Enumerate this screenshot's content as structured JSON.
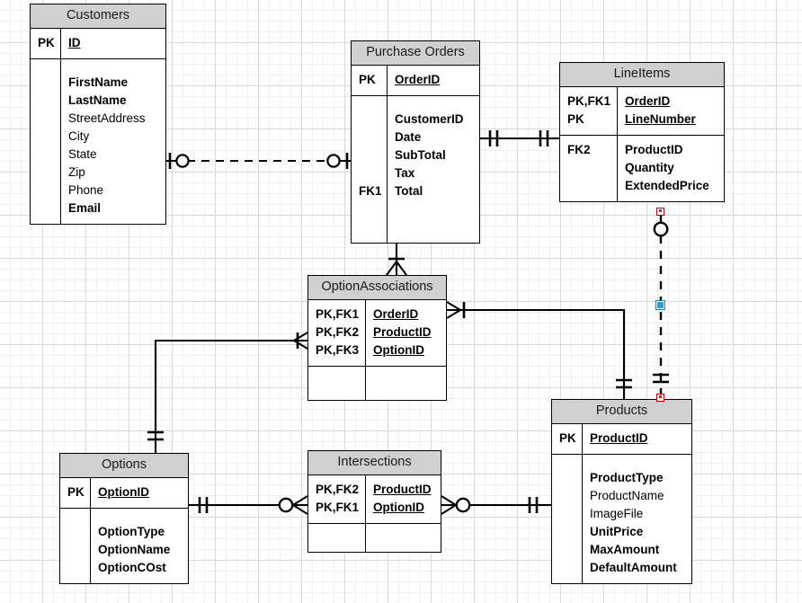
{
  "diagram": {
    "type": "entity-relationship-diagram",
    "notation": "crows-foot",
    "colors": {
      "header_fill": "#d0d0d0",
      "entity_border": "#000000",
      "canvas": "#ffffff",
      "grid_minor": "#efefef",
      "grid_major": "#d8d8d8",
      "selection_endpoint": "#c00000",
      "selection_midpoint": "#2a9fd6"
    }
  },
  "entities": [
    {
      "id": "customers",
      "title": "Customers",
      "key_section": {
        "keys": "PK",
        "attrs": [
          {
            "name": "ID",
            "style": "pk"
          }
        ]
      },
      "body_section": {
        "keys": "",
        "attrs": [
          {
            "name": "FirstName",
            "style": "required"
          },
          {
            "name": "LastName",
            "style": "required"
          },
          {
            "name": "StreetAddress",
            "style": "optional"
          },
          {
            "name": "City",
            "style": "optional"
          },
          {
            "name": "State",
            "style": "optional"
          },
          {
            "name": "Zip",
            "style": "optional"
          },
          {
            "name": "Phone",
            "style": "optional"
          },
          {
            "name": "Email",
            "style": "required"
          }
        ]
      }
    },
    {
      "id": "purchase-orders",
      "title": "Purchase Orders",
      "key_section": {
        "keys": "PK",
        "attrs": [
          {
            "name": "OrderID",
            "style": "pk"
          }
        ]
      },
      "body_section": {
        "keys": "FK1",
        "attrs": [
          {
            "name": "CustomerID",
            "style": "required"
          },
          {
            "name": "Date",
            "style": "required"
          },
          {
            "name": "SubTotal",
            "style": "required"
          },
          {
            "name": "Tax",
            "style": "required"
          },
          {
            "name": "Total",
            "style": "required"
          }
        ]
      }
    },
    {
      "id": "lineitems",
      "title": "LineItems",
      "key_section": {
        "keys": "PK,FK1\nPK",
        "attrs": [
          {
            "name": "OrderID",
            "style": "pk"
          },
          {
            "name": "LineNumber",
            "style": "pk"
          }
        ]
      },
      "body_section": {
        "keys": "FK2",
        "attrs": [
          {
            "name": "ProductID",
            "style": "required"
          },
          {
            "name": "Quantity",
            "style": "required"
          },
          {
            "name": "ExtendedPrice",
            "style": "required"
          }
        ]
      }
    },
    {
      "id": "optionassociations",
      "title": "OptionAssociations",
      "key_section": {
        "keys": "PK,FK1\nPK,FK2\nPK,FK3",
        "attrs": [
          {
            "name": "OrderID",
            "style": "pk"
          },
          {
            "name": "ProductID",
            "style": "pk"
          },
          {
            "name": "OptionID",
            "style": "pk"
          }
        ]
      },
      "body_section": {
        "keys": "",
        "attrs": []
      }
    },
    {
      "id": "options",
      "title": "Options",
      "key_section": {
        "keys": "PK",
        "attrs": [
          {
            "name": "OptionID",
            "style": "pk"
          }
        ]
      },
      "body_section": {
        "keys": "",
        "attrs": [
          {
            "name": "OptionType",
            "style": "required"
          },
          {
            "name": "OptionName",
            "style": "required"
          },
          {
            "name": "OptionCOst",
            "style": "required"
          }
        ]
      }
    },
    {
      "id": "intersections",
      "title": "Intersections",
      "key_section": {
        "keys": "PK,FK2\nPK,FK1",
        "attrs": [
          {
            "name": "ProductID",
            "style": "pk"
          },
          {
            "name": "OptionID",
            "style": "pk"
          }
        ]
      },
      "body_section": {
        "keys": "",
        "attrs": []
      }
    },
    {
      "id": "products",
      "title": "Products",
      "key_section": {
        "keys": "PK",
        "attrs": [
          {
            "name": "ProductID",
            "style": "pk"
          }
        ]
      },
      "body_section": {
        "keys": "",
        "attrs": [
          {
            "name": "ProductType",
            "style": "required"
          },
          {
            "name": "ProductName",
            "style": "optional"
          },
          {
            "name": "ImageFile",
            "style": "optional"
          },
          {
            "name": "UnitPrice",
            "style": "required"
          },
          {
            "name": "MaxAmount",
            "style": "required"
          },
          {
            "name": "DefaultAmount",
            "style": "required"
          }
        ]
      }
    }
  ],
  "relationships": [
    {
      "id": "customers-purchaseorders",
      "from": "Customers",
      "to": "Purchase Orders",
      "line": "dashed",
      "from_card": "zero-or-one",
      "to_card": "zero-or-one"
    },
    {
      "id": "purchaseorders-lineitems",
      "from": "Purchase Orders",
      "to": "LineItems",
      "line": "solid",
      "from_card": "one-and-only-one",
      "to_card": "one-and-only-one"
    },
    {
      "id": "purchaseorders-optionassociations",
      "from": "Purchase Orders",
      "to": "OptionAssociations",
      "line": "solid",
      "from_card": "one-and-only-one",
      "to_card": "one-or-many"
    },
    {
      "id": "optionassociations-products",
      "from": "OptionAssociations",
      "to": "Products",
      "line": "solid",
      "from_card": "one-or-many",
      "to_card": "one-and-only-one"
    },
    {
      "id": "optionassociations-options",
      "from": "OptionAssociations",
      "to": "Options",
      "line": "solid",
      "from_card": "one-or-many",
      "to_card": "one-and-only-one"
    },
    {
      "id": "lineitems-products",
      "from": "LineItems",
      "to": "Products",
      "line": "dashed",
      "from_card": "zero-or-one",
      "to_card": "one-and-only-one",
      "selected": true
    },
    {
      "id": "options-intersections",
      "from": "Options",
      "to": "Intersections",
      "line": "solid",
      "from_card": "one-and-only-one",
      "to_card": "zero-or-many"
    },
    {
      "id": "intersections-products",
      "from": "Intersections",
      "to": "Products",
      "line": "solid",
      "from_card": "zero-or-many",
      "to_card": "one-and-only-one"
    }
  ]
}
